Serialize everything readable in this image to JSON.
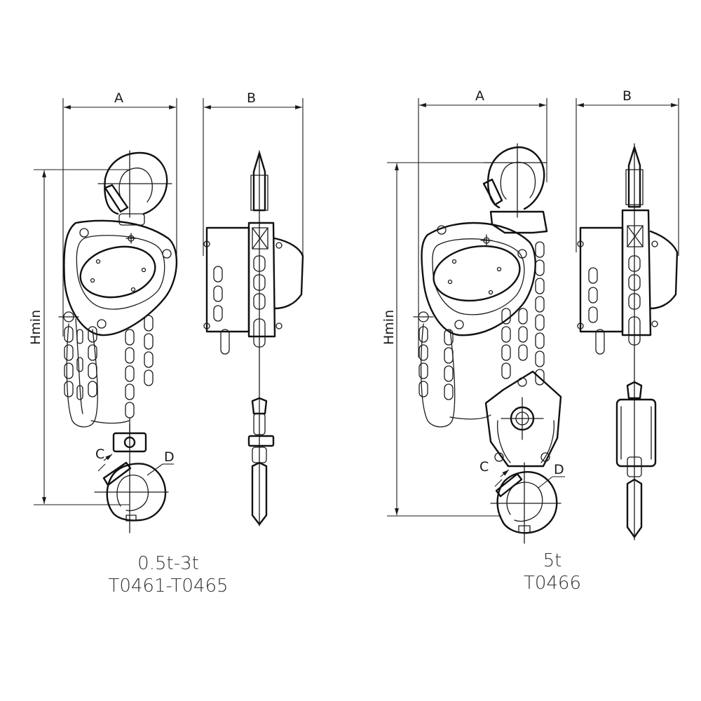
{
  "drawing_left": {
    "labels": {
      "a": "A",
      "b": "B",
      "h": "Hmin",
      "c": "C",
      "d": "D"
    },
    "caption": {
      "capacity": "0.5t-3t",
      "models": "T0461-T0465"
    }
  },
  "drawing_right": {
    "labels": {
      "a": "A",
      "b": "B",
      "h": "Hmin",
      "c": "C",
      "d": "D"
    },
    "caption": {
      "capacity": "5t",
      "models": "T0466"
    }
  },
  "colors": {
    "line": "#1a1a1a",
    "background": "#ffffff",
    "caption_text": "#333333"
  }
}
